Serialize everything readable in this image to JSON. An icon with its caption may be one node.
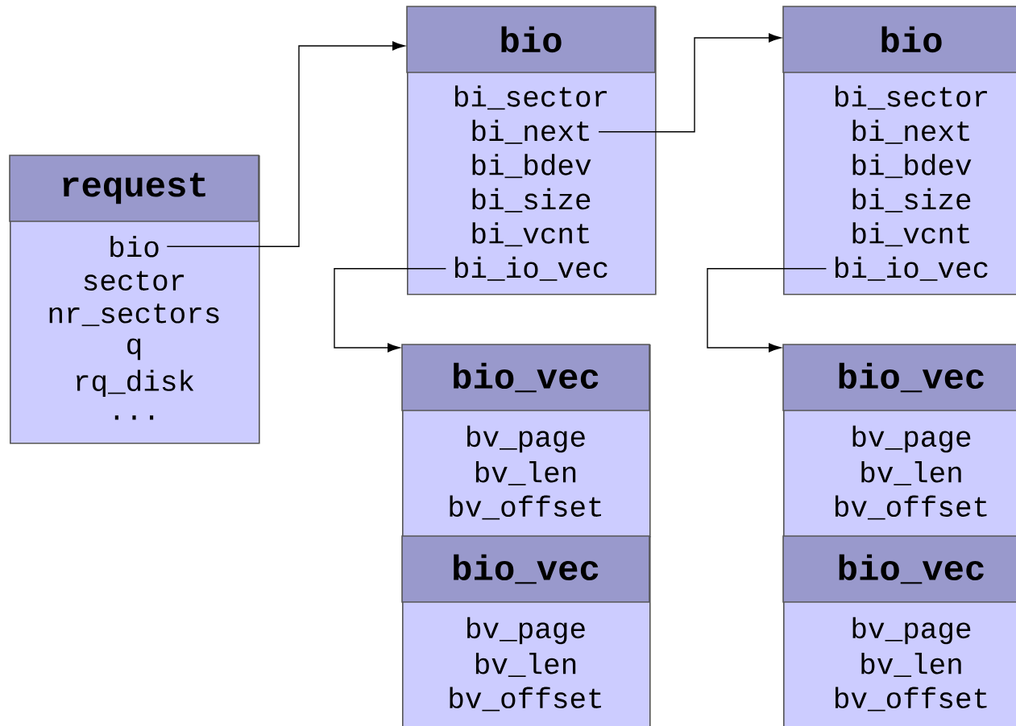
{
  "diagram": {
    "nodes": [
      {
        "text": [
          "request",
          "bio",
          "sector",
          "nr_sectors",
          "q",
          "rq_disk",
          "..."
        ]
      },
      {
        "text": [
          "bio",
          "bi_sector",
          "bi_next",
          "bi_bdev",
          "bi_size",
          "bi_vcnt",
          "bi_io_vec"
        ]
      },
      {
        "text": [
          "bio",
          "bi_sector",
          "bi_next",
          "bi_bdev",
          "bi_size",
          "bi_vcnt",
          "bi_io_vec"
        ]
      },
      {
        "text": [
          "bio_vec",
          "bv_page",
          "bv_len",
          "bv_offset"
        ]
      },
      {
        "text": [
          "bio_vec",
          "bv_page",
          "bv_len",
          "bv_offset"
        ]
      },
      {
        "text": [
          "bio_vec",
          "bv_page",
          "bv_len",
          "bv_offset"
        ]
      },
      {
        "text": [
          "bio_vec",
          "bv_page",
          "bv_len",
          "bv_offset"
        ]
      }
    ],
    "edges": [
      {
        "from": 0,
        "to": 1,
        "arrow": "to"
      },
      {
        "from": 1,
        "to": 2,
        "arrow": "to"
      },
      {
        "from": 1,
        "to": 3,
        "arrow": "to"
      },
      {
        "from": 2,
        "to": 5,
        "arrow": "to"
      }
    ]
  }
}
